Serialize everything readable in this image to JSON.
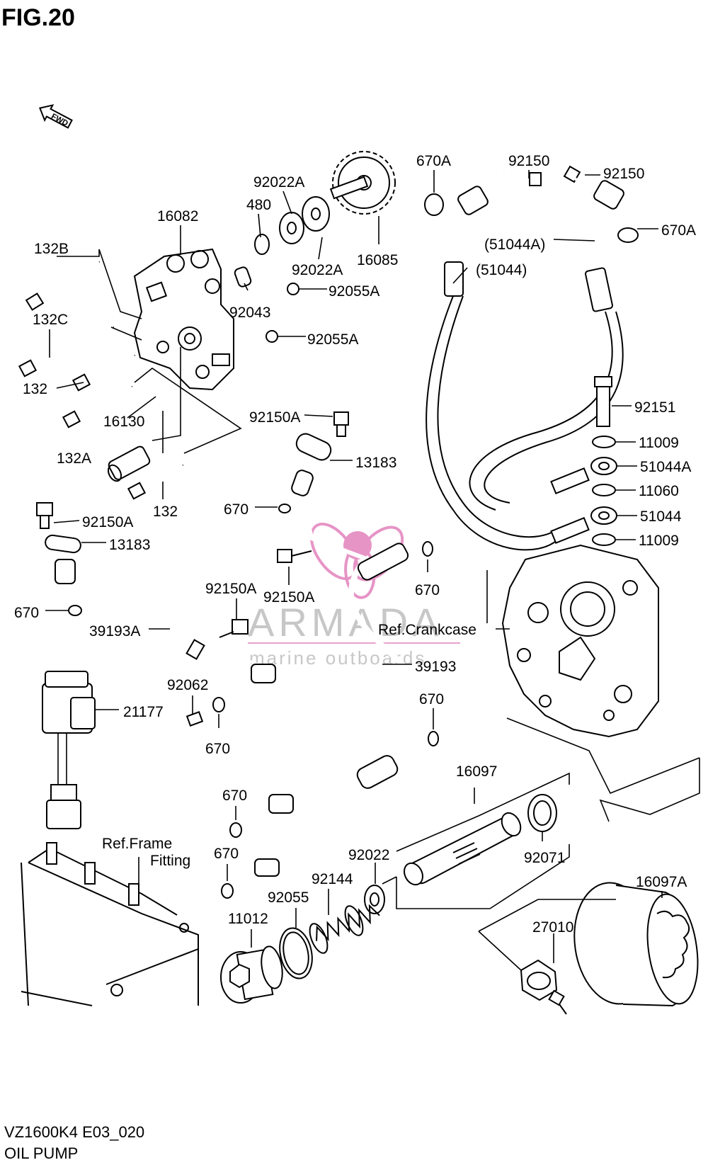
{
  "figure_title": "FIG.20",
  "fwd_label": "FWD",
  "footer": {
    "model_code": "VZ1600K4 E03_020",
    "section_name": "OIL PUMP"
  },
  "watermark": {
    "brand": "ARMADA",
    "tagline": "marine outboards",
    "logo_color": "#e07ab8"
  },
  "reference_labels": {
    "crankcase": "Ref.Crankcase",
    "frame_fitting_line1": "Ref.Frame",
    "frame_fitting_line2": "Fitting"
  },
  "callouts": [
    "16082",
    "132B",
    "132C",
    "132",
    "132A",
    "16130",
    "132",
    "480",
    "92022A",
    "92022A",
    "16085",
    "92043",
    "92055A",
    "92055A",
    "670A",
    "92150",
    "(51044)",
    "92150",
    "(51044A)",
    "670A",
    "92151",
    "11009",
    "51044A",
    "11060",
    "51044",
    "11009",
    "92150A",
    "13183",
    "670",
    "92150A",
    "13183",
    "92150A",
    "92150A",
    "670",
    "670",
    "39193A",
    "39193",
    "92062",
    "21177",
    "670",
    "670",
    "670",
    "670",
    "670",
    "16097",
    "92071",
    "92022",
    "92144",
    "92055",
    "11012",
    "16097A",
    "27010"
  ]
}
